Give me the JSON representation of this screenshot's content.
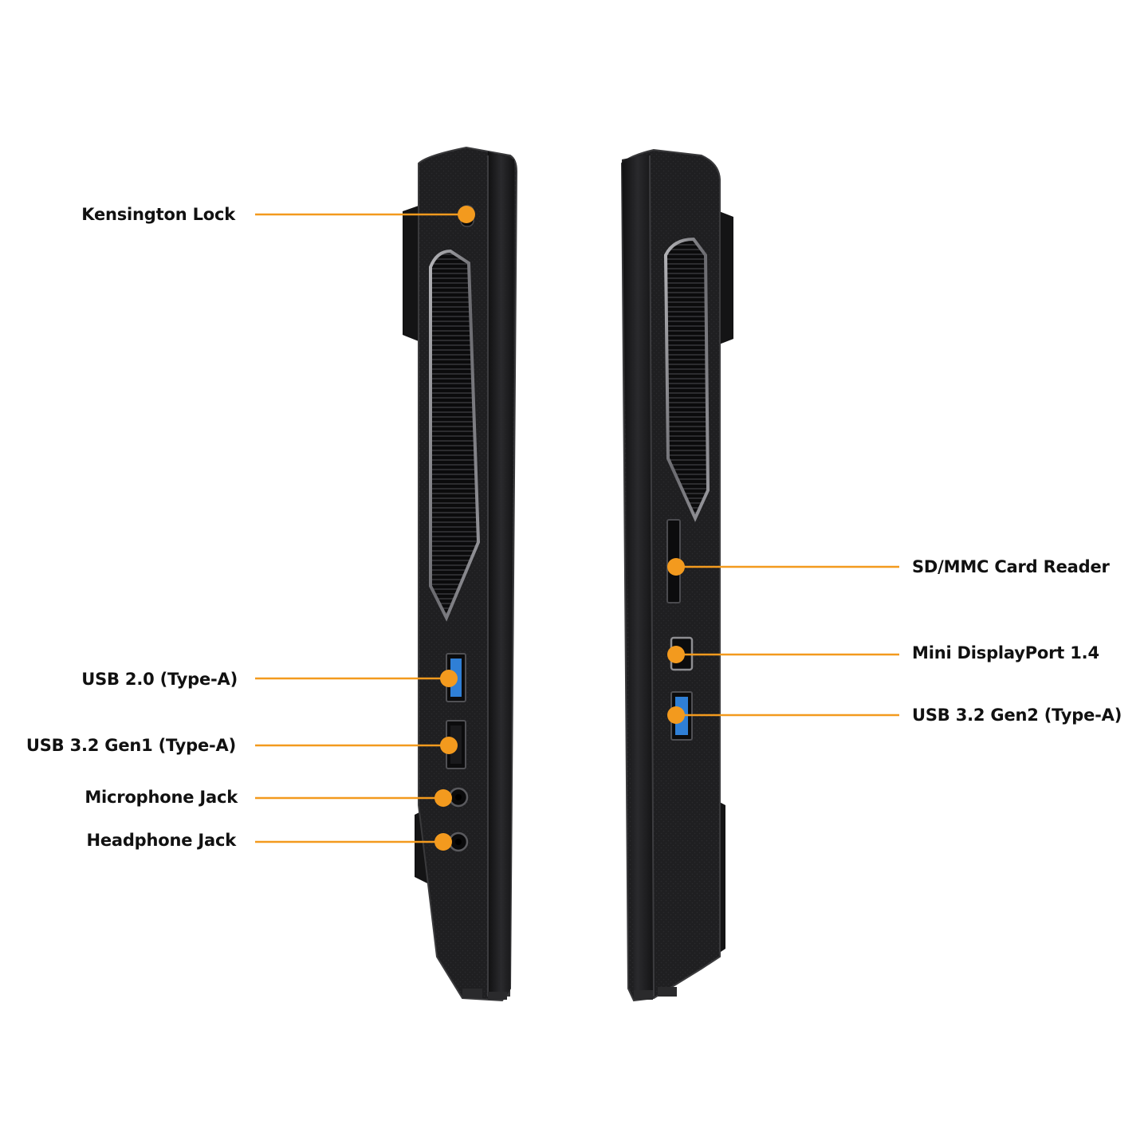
{
  "colors": {
    "accent": "#f39a1e",
    "body": "#1c1c1e",
    "body_edge": "#3a3a3c",
    "vent_rim": "#8a8a8e",
    "usb_blue": "#2f7fd6",
    "label_text": "#111111",
    "background": "#ffffff"
  },
  "left_side": {
    "callouts": [
      {
        "id": "kensington",
        "label": "Kensington Lock",
        "icon": "lock-slot-icon"
      },
      {
        "id": "usb2",
        "label": "USB 2.0 (Type-A)",
        "icon": "usb-port-icon"
      },
      {
        "id": "usb32g1",
        "label": "USB 3.2 Gen1 (Type-A)",
        "icon": "usb-port-icon"
      },
      {
        "id": "mic",
        "label": "Microphone Jack",
        "icon": "audio-jack-icon"
      },
      {
        "id": "headphone",
        "label": "Headphone Jack",
        "icon": "audio-jack-icon"
      }
    ]
  },
  "right_side": {
    "callouts": [
      {
        "id": "sd",
        "label": "SD/MMC Card Reader",
        "icon": "card-slot-icon"
      },
      {
        "id": "minidp",
        "label": "Mini DisplayPort 1.4",
        "icon": "display-port-icon"
      },
      {
        "id": "usb32g2",
        "label": "USB 3.2 Gen2 (Type-A)",
        "icon": "usb-port-icon"
      }
    ]
  }
}
